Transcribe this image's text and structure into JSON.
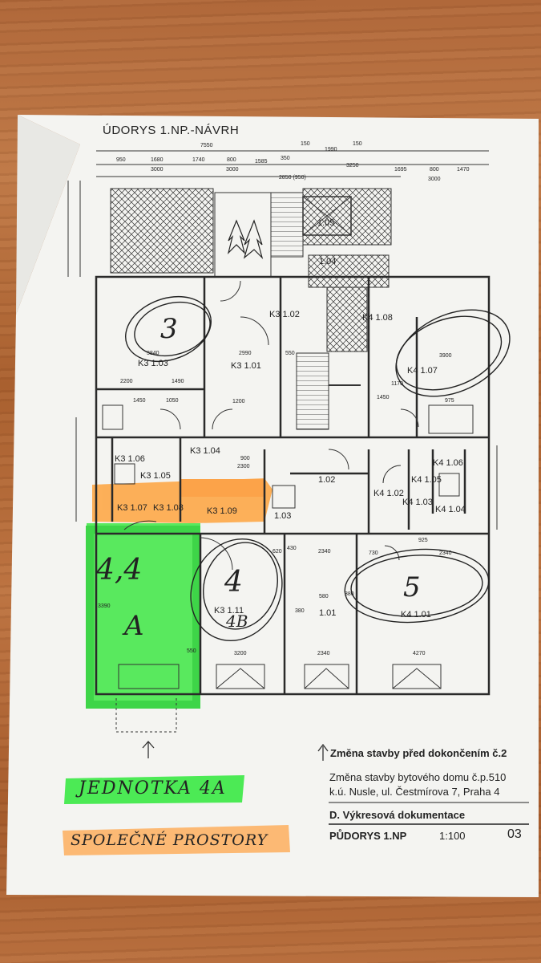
{
  "plan": {
    "header": "ÚDORYS 1.NP.-NÁVRH",
    "rooms": [
      {
        "id": "r1",
        "label": "K3 1.02"
      },
      {
        "id": "r2",
        "label": "K4 1.08"
      },
      {
        "id": "r3",
        "label": "K3 1.03"
      },
      {
        "id": "r4",
        "label": "K3 1.01"
      },
      {
        "id": "r5",
        "label": "K4 1.07"
      },
      {
        "id": "r6",
        "label": "K3 1.04"
      },
      {
        "id": "r7",
        "label": "K3 1.06"
      },
      {
        "id": "r8",
        "label": "K3 1.05"
      },
      {
        "id": "r9",
        "label": "K4 1.06"
      },
      {
        "id": "r10",
        "label": "K4 1.05"
      },
      {
        "id": "r11",
        "label": "1.02"
      },
      {
        "id": "r12",
        "label": "K4 1.02"
      },
      {
        "id": "r13",
        "label": "K4 1.03"
      },
      {
        "id": "r14",
        "label": "K4 1.04"
      },
      {
        "id": "r15",
        "label": "K3 1.07"
      },
      {
        "id": "r16",
        "label": "K3 1.08"
      },
      {
        "id": "r17",
        "label": "K3 1.09"
      },
      {
        "id": "r18",
        "label": "1.03"
      },
      {
        "id": "r19",
        "label": "K3 1.11"
      },
      {
        "id": "r20",
        "label": "1.01"
      },
      {
        "id": "r21",
        "label": "K4 1.01"
      },
      {
        "id": "r22",
        "label": "1.05"
      },
      {
        "id": "r23",
        "label": "1.04"
      }
    ],
    "dims_top": [
      "7550",
      "950",
      "1680",
      "3000",
      "1740",
      "800",
      "3000",
      "1585",
      "350",
      "2850 (950)",
      "150",
      "1990",
      "150",
      "3250",
      "1695",
      "800",
      "3000",
      "1470"
    ],
    "dims_inner": [
      "2990",
      "550",
      "3840",
      "2200",
      "1490",
      "1450",
      "1050",
      "1200",
      "900",
      "2300",
      "620",
      "430",
      "2340",
      "730",
      "925",
      "2340",
      "3200",
      "2340",
      "4270",
      "3390",
      "550",
      "380",
      "580",
      "380",
      "3900",
      "1170",
      "1450",
      "975"
    ],
    "handwritten": {
      "unit_3": "3",
      "unit_4": "4",
      "unit_4b": "4B",
      "unit_5": "5",
      "unit_4a_a": "4,4",
      "unit_4a_b": "A"
    },
    "legend_green": "JEDNOTKA 4A",
    "legend_orange": "SPOLEČNÉ PROSTORY"
  },
  "title_block": {
    "change_title": "Změna stavby před dokončením č.2",
    "project_line1": "Změna stavby bytového domu č.p.510",
    "project_line2": "k.ú. Nusle, ul. Čestmírova 7, Praha 4",
    "section": "D. Výkresová dokumentace",
    "drawing": "PŮDORYS 1.NP",
    "scale": "1:100",
    "sheet": "03"
  },
  "colors": {
    "highlight_green": "#2ee83a",
    "highlight_orange": "#ff9a2a",
    "ink": "#2a2a2a",
    "paper": "#f4f4f1"
  }
}
